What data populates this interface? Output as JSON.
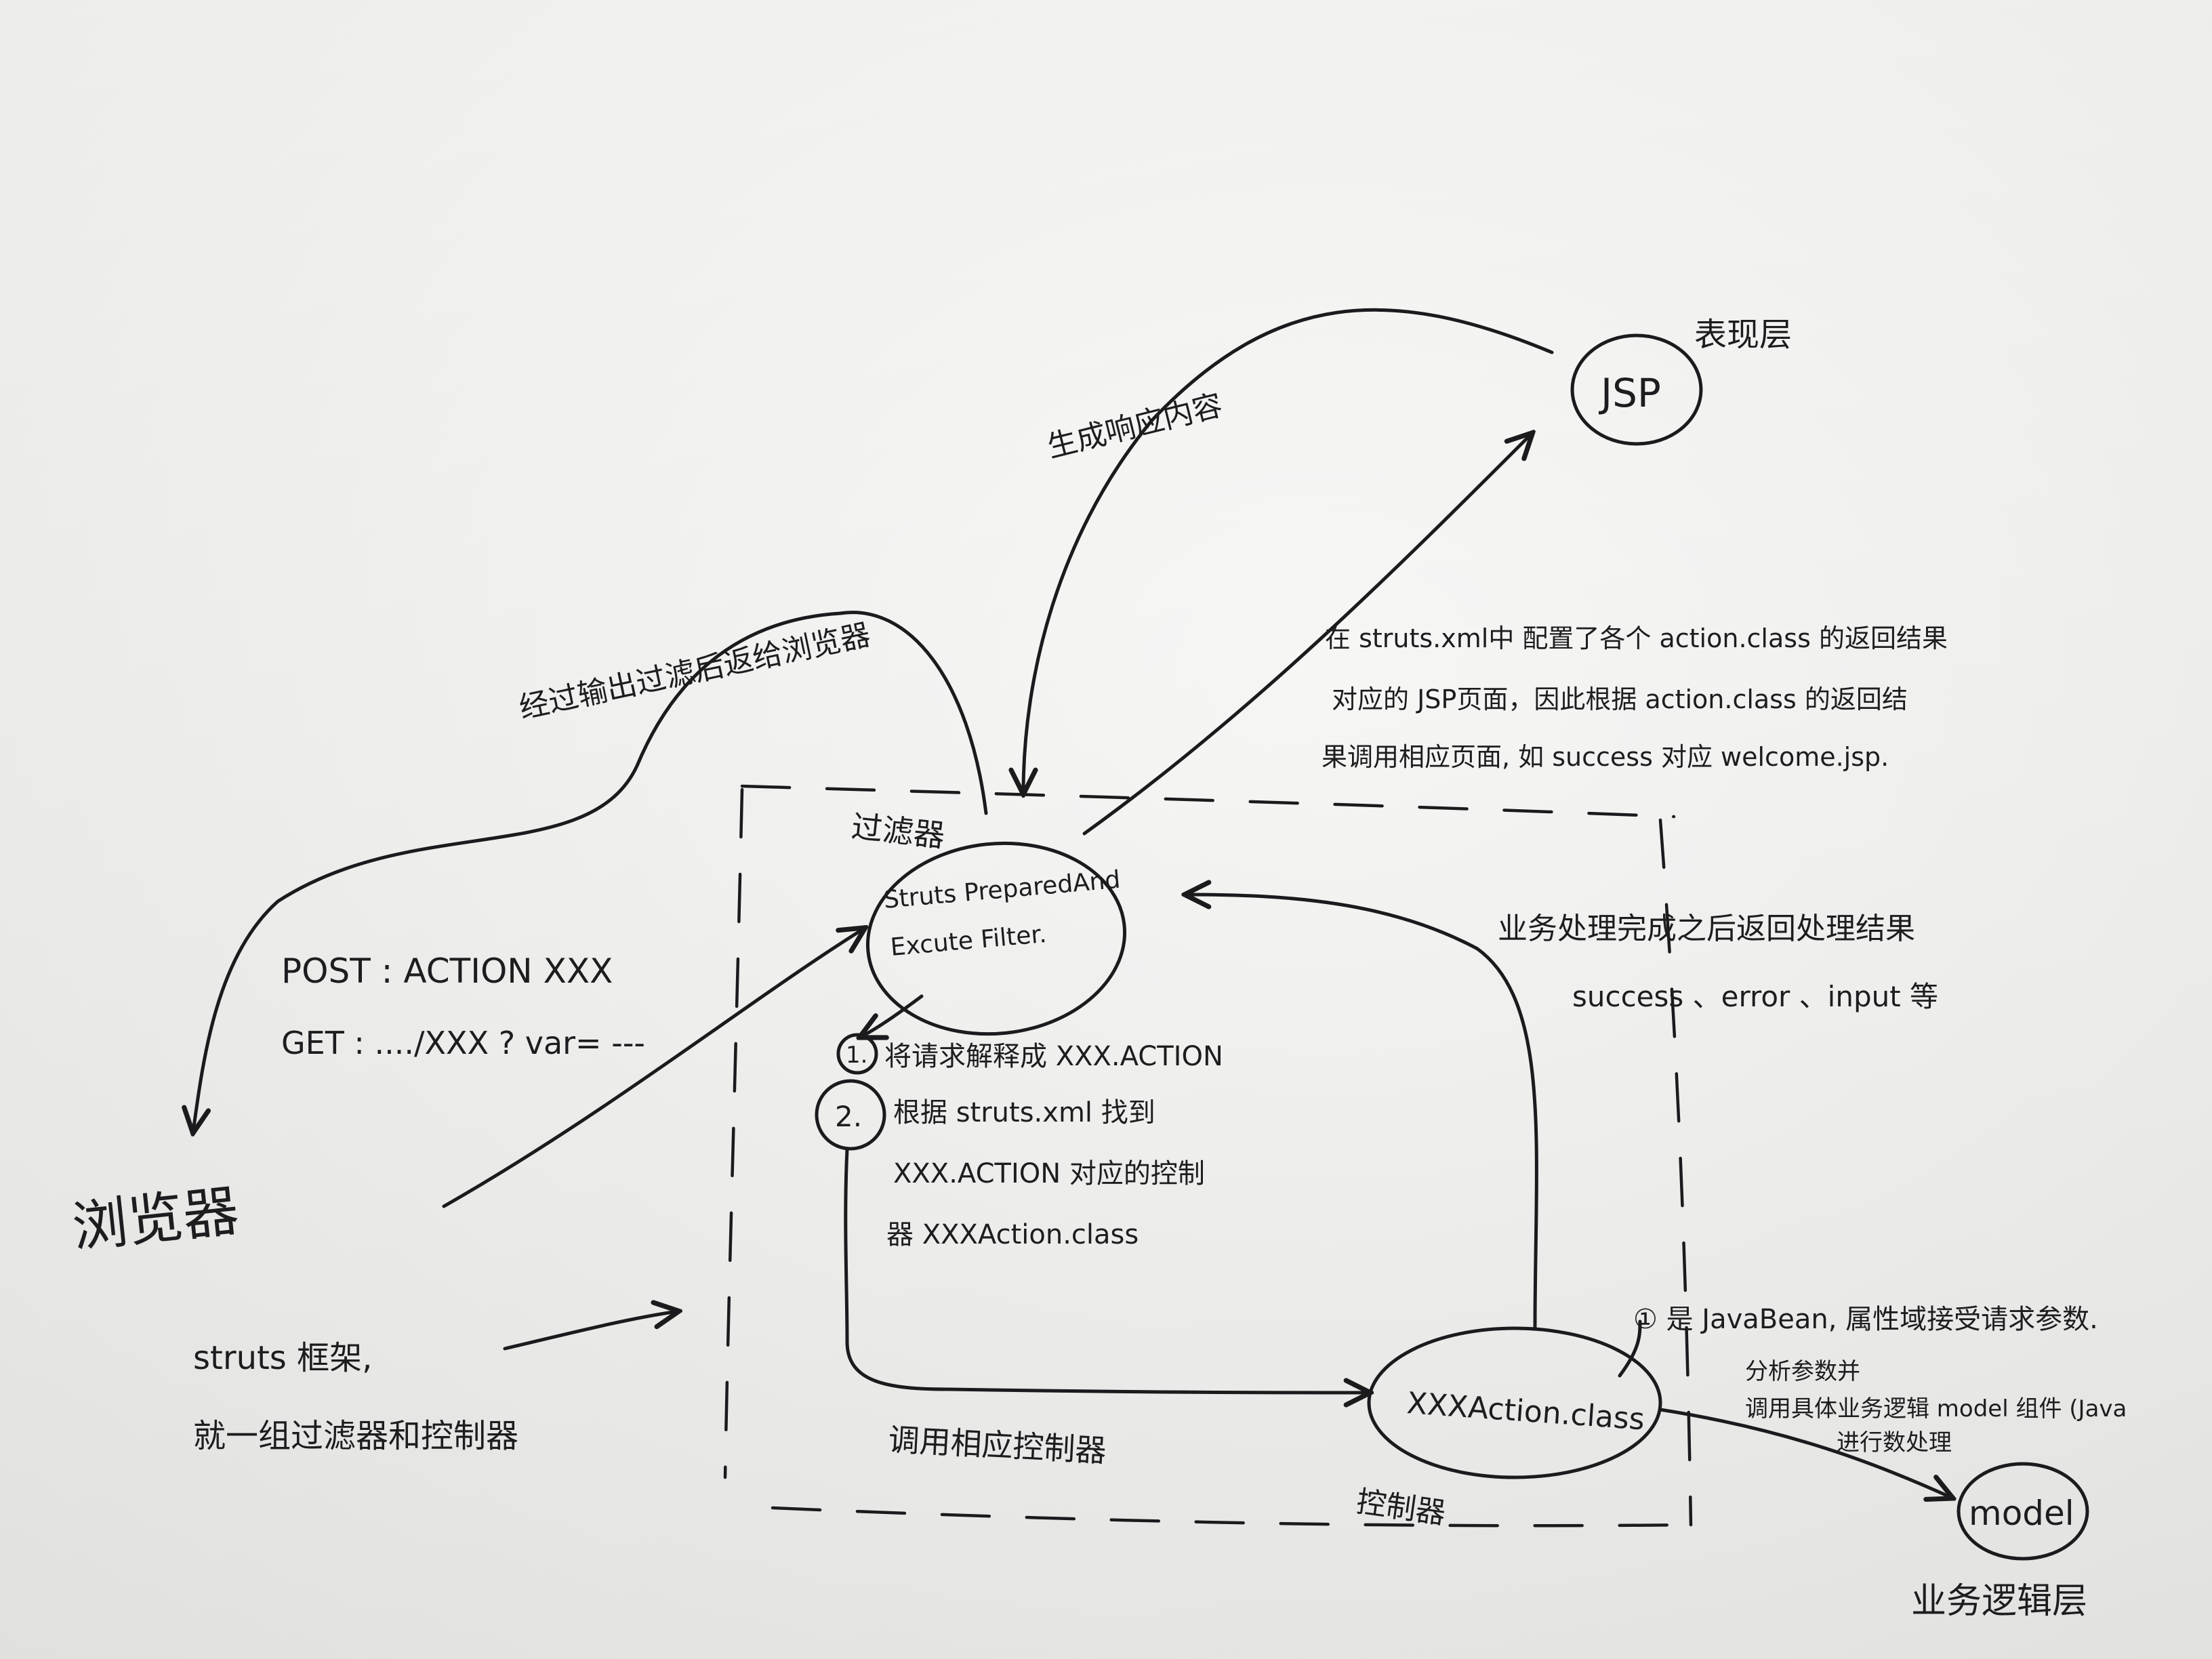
{
  "nodes": {
    "browser": "浏览器",
    "filter_label": "过滤器",
    "filter_node": [
      "Struts PreparedAnd",
      "Excute Filter."
    ],
    "jsp": "JSP",
    "jsp_layer": "表现层",
    "action": "XXXAction.class",
    "controller_label": "控制器",
    "model": "model",
    "model_layer": "业务逻辑层"
  },
  "labels": {
    "request_methods": [
      "POST : ACTION  XXX",
      "GET : ..../XXX ? var= ---"
    ],
    "struts_desc": [
      "struts 框架,",
      "就一组过滤器和控制器"
    ],
    "return_to_browser": "经过输出过滤后返给浏览器",
    "generate_response": "生成响应内容",
    "struts_xml_note": [
      "在 struts.xml中 配置了各个 action.class 的返回结果",
      "对应的 JSP页面，因此根据 action.class 的返回结",
      "果调用相应页面, 如 success 对应 welcome.jsp."
    ],
    "return_result": [
      "业务处理完成之后返回处理结果",
      "success 、error 、input 等"
    ],
    "steps": [
      {
        "num": "1.",
        "text": [
          "将请求解释成 XXX.ACTION"
        ]
      },
      {
        "num": "2.",
        "text": [
          "根据 struts.xml 找到",
          "XXX.ACTION 对应的控制",
          "器 XXXAction.class"
        ]
      }
    ],
    "call_controller": "调用相应控制器",
    "javabean_note": "① 是 JavaBean, 属性域接受请求参数.",
    "model_call": [
      "分析参数并",
      "调用具体业务逻辑 model 组件 (Java",
      "进行数处理"
    ]
  }
}
